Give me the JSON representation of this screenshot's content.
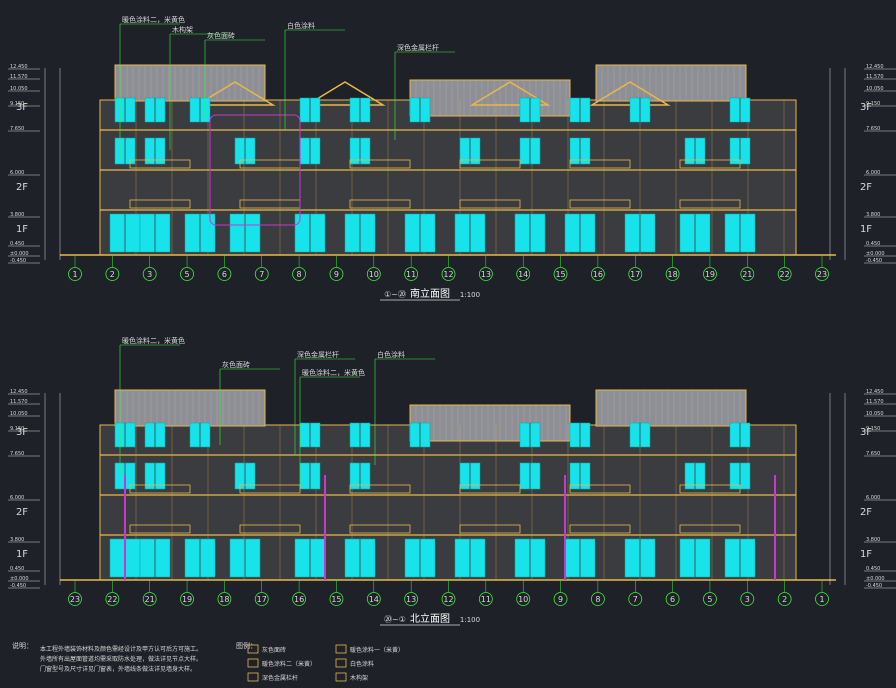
{
  "drawing": {
    "colors": {
      "background": "#1e2128",
      "outline": "#e8b84a",
      "wall": "#3a3c40",
      "roof": "#8e8f94",
      "window": "#18e3ea",
      "leader": "#3df03d",
      "dim": "#d8d8d8",
      "magenta": "#c837d0"
    },
    "south": {
      "title": "南立面图",
      "title_axes": "①~⑳",
      "scale": "1:100",
      "axis_labels": [
        "1",
        "2",
        "3",
        "5",
        "6",
        "7",
        "8",
        "9",
        "10",
        "11",
        "12",
        "13",
        "14",
        "15",
        "16",
        "17",
        "18",
        "19",
        "21",
        "22",
        "23"
      ],
      "floor_labels": [
        "3F",
        "2F",
        "1F"
      ],
      "annotations": [
        "灰色面砖",
        "白色涂料",
        "深色金属栏杆",
        "木构架",
        "暖色涂料二，米黄色"
      ],
      "elevations": [
        "12.450",
        "11.570",
        "10.050",
        "9.150",
        "7.650",
        "6.000",
        "3.800",
        "0.450",
        "±0.000",
        "-0.450"
      ]
    },
    "north": {
      "title": "北立面图",
      "title_axes": "⑳~①",
      "scale": "1:100",
      "axis_labels": [
        "23",
        "22",
        "21",
        "19",
        "18",
        "17",
        "16",
        "15",
        "14",
        "13",
        "12",
        "11",
        "10",
        "9",
        "8",
        "7",
        "6",
        "5",
        "3",
        "2",
        "1"
      ],
      "floor_labels": [
        "3F",
        "2F",
        "1F"
      ],
      "annotations": [
        "灰色面砖",
        "深色金属栏杆",
        "白色涂料",
        "暖色涂料二，米黄色",
        "暖色涂料二，米黄色"
      ],
      "elevations": [
        "12.450",
        "11.570",
        "10.050",
        "9.150",
        "7.650",
        "6.000",
        "3.800",
        "0.450",
        "±0.000",
        "-0.450"
      ]
    },
    "notes": {
      "heading": "说明：",
      "legend_heading": "图例：",
      "lines": [
        "本工程外墙装饰材料及颜色需经设计及甲方认可后方可施工。",
        "外墙所有出屋面管道均需采取防水处理，做法详见节点大样。",
        "门窗型号及尺寸详见门窗表，外墙线条做法详见墙身大样。"
      ],
      "legend_items": [
        "灰色面砖",
        "暖色涂料一（米黄）",
        "暖色涂料二（米黄）",
        "白色涂料",
        "深色金属栏杆",
        "木构架"
      ]
    }
  }
}
